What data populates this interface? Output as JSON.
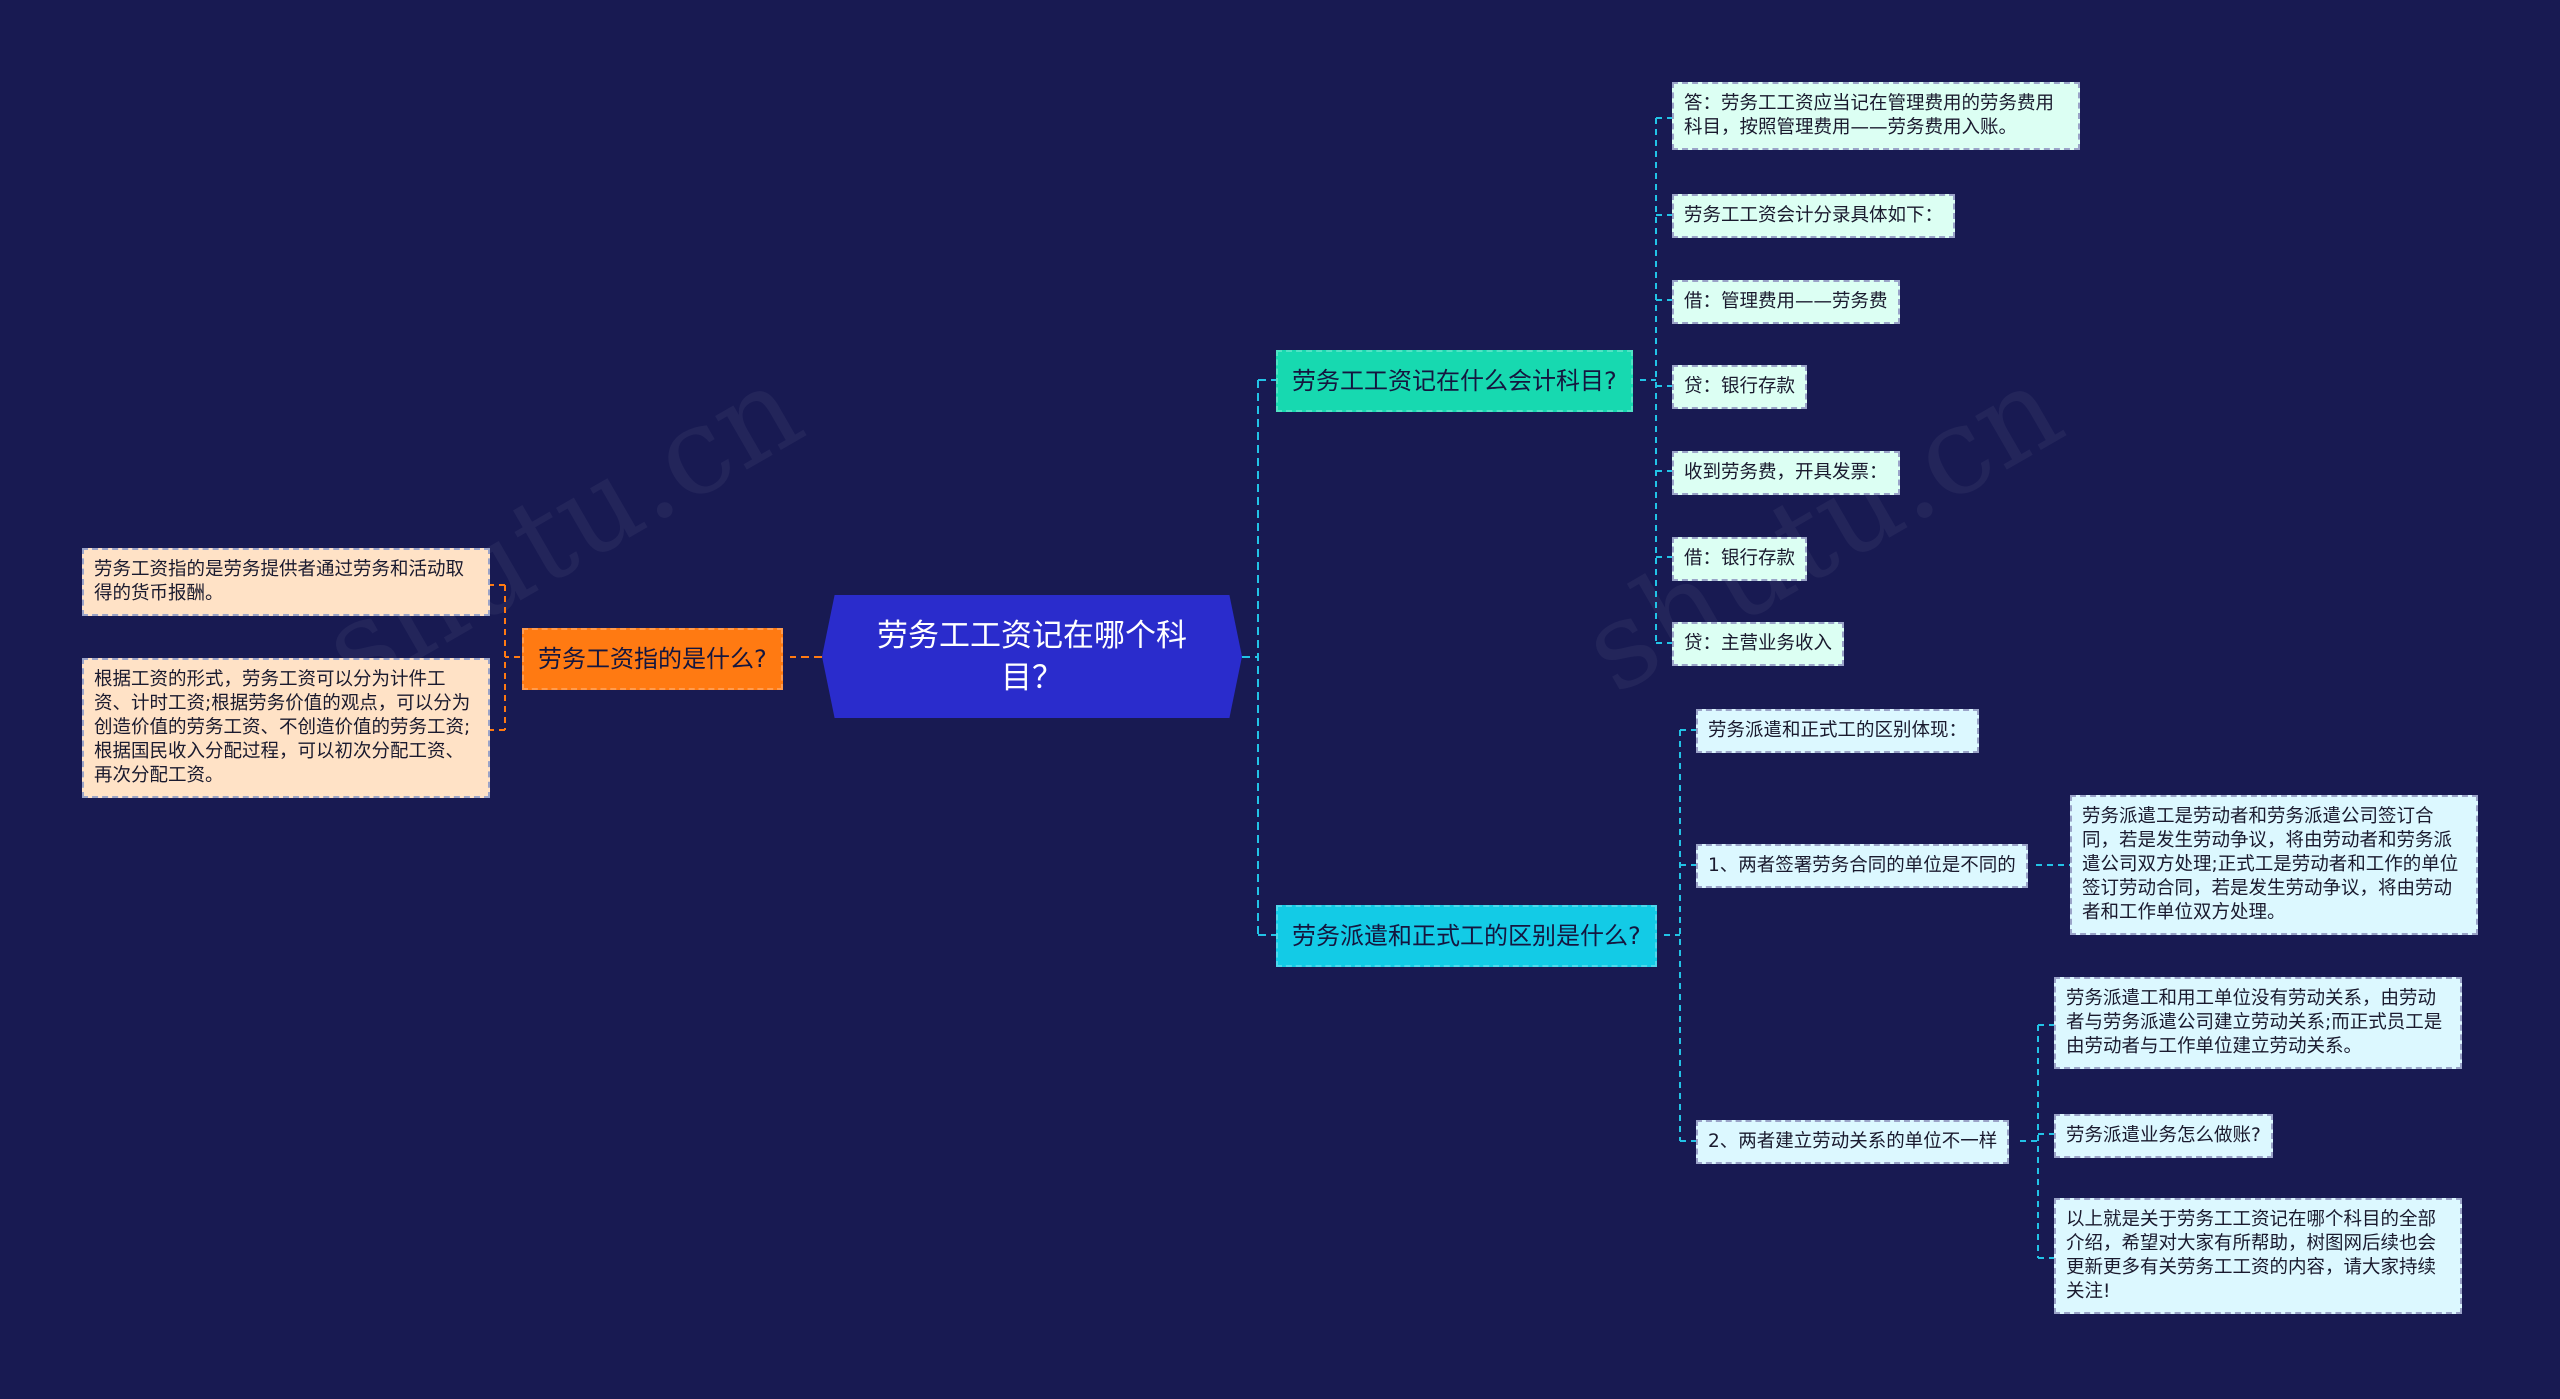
{
  "mindmap": {
    "center": "劳务工工资记在哪个科目？",
    "left_branch": {
      "title": "劳务工资指的是什么?",
      "leaves": [
        "劳务工资指的是劳务提供者通过劳务和活动取得的货币报酬。",
        "根据工资的形式，劳务工资可以分为计件工资、计时工资;根据劳务价值的观点，可以分为创造价值的劳务工资、不创造价值的劳务工资;根据国民收入分配过程，可以初次分配工资、再次分配工资。"
      ]
    },
    "right_branch_1": {
      "title": "劳务工工资记在什么会计科目?",
      "leaves": [
        "答：劳务工工资应当记在管理费用的劳务费用科目，按照管理费用——劳务费用入账。",
        "劳务工工资会计分录具体如下：",
        "借：管理费用——劳务费",
        "贷：银行存款",
        "收到劳务费，开具发票：",
        "借：银行存款",
        "贷：主营业务收入"
      ]
    },
    "right_branch_2": {
      "title": "劳务派遣和正式工的区别是什么?",
      "intro": "劳务派遣和正式工的区别体现：",
      "point1": {
        "label": "1、两者签署劳务合同的单位是不同的",
        "detail": "劳务派遣工是劳动者和劳务派遣公司签订合同，若是发生劳动争议，将由劳动者和劳务派遣公司双方处理;正式工是劳动者和工作的单位签订劳动合同，若是发生劳动争议，将由劳动者和工作单位双方处理。"
      },
      "point2": {
        "label": "2、两者建立劳动关系的单位不一样",
        "details": [
          "劳务派遣工和用工单位没有劳动关系，由劳动者与劳务派遣公司建立劳动关系;而正式员工是由劳动者与工作单位建立劳动关系。",
          "劳务派遣业务怎么做账?",
          "以上就是关于劳务工工资记在哪个科目的全部介绍，希望对大家有所帮助，树图网后续也会更新更多有关劳务工工资的内容，请大家持续关注!"
        ]
      }
    }
  },
  "colors": {
    "background": "#181a52",
    "center": "#2a2ccc",
    "orange": "#ff7a12",
    "green": "#17d9b0",
    "cyan": "#13cbe6",
    "peach": "#ffe2c6",
    "mint": "#dcfff3",
    "ice": "#dcf8ff"
  }
}
